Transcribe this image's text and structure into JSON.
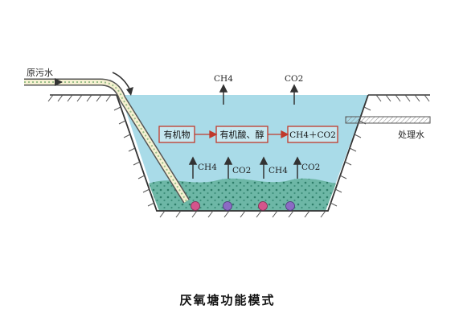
{
  "diagram": {
    "title": "厌氧塘功能模式",
    "inlet_label": "原污水",
    "outlet_label": "处理水",
    "gas_top": [
      "CH4",
      "CO2"
    ],
    "gas_mid": [
      "CH4",
      "CO2",
      "CH4",
      "CO2"
    ],
    "process_boxes": [
      "有机物",
      "有机酸、醇",
      "CH4＋CO2"
    ]
  },
  "colors": {
    "water": "#a9dbe8",
    "sludge": "#6db7a6",
    "box_border": "#c0392b",
    "pipe_fill": "#f6f1d2",
    "bubble_pink": "#d4558c",
    "bubble_purple": "#8b6bc4"
  }
}
